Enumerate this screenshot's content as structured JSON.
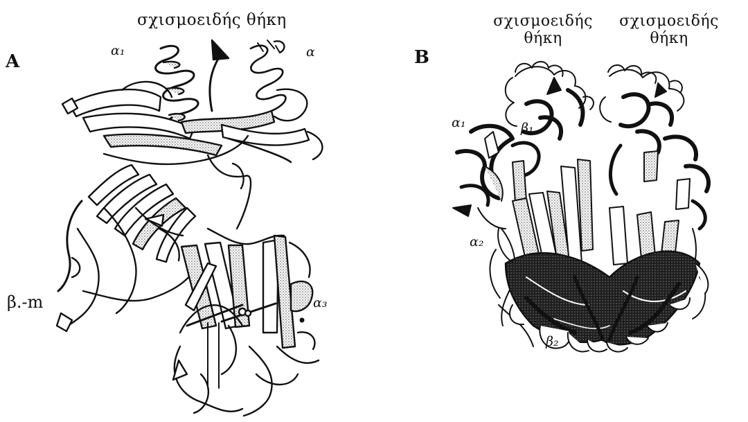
{
  "panels": {
    "a": {
      "letter": "A",
      "cleft_label": "σχισμοειδής θήκη",
      "chains": {
        "alpha1": "α₁",
        "alpha2": "α",
        "alpha3": "α₃",
        "beta_m": "β.-m"
      }
    },
    "b": {
      "letter": "B",
      "cleft_left": {
        "line1": "σχισμοειδής",
        "line2": "θήκη"
      },
      "cleft_right": {
        "line1": "σχισμοειδής",
        "line2": "θήκη"
      },
      "chains": {
        "alpha1": "α₁",
        "beta1": "β₁",
        "alpha2": "α₂",
        "beta2": "β₂"
      }
    }
  },
  "colors": {
    "ink": "#111111",
    "ribbon_fill": "#ffffff",
    "stipple": "#9a9a9a",
    "dark_fill": "#1a1a1a"
  }
}
